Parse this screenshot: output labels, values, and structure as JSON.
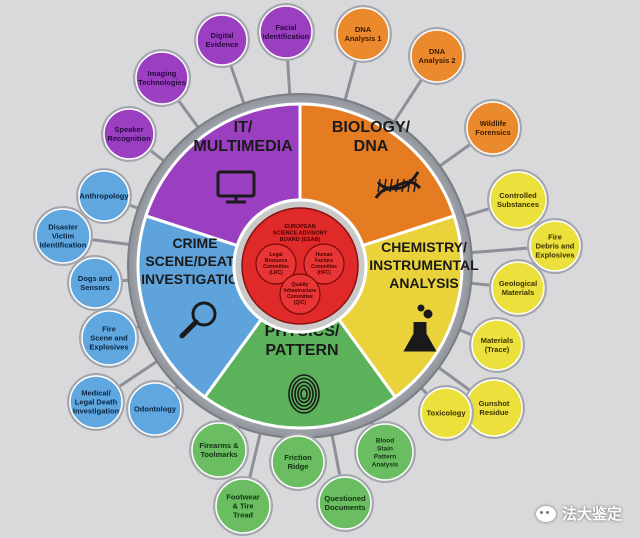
{
  "center": {
    "title": [
      "EUROPEAN",
      "SCIENCE ADVISORY",
      "BOARD (ESAB)"
    ],
    "subcommittees": [
      {
        "lines": [
          "Legal",
          "Resource",
          "Committee",
          "(LRC)"
        ]
      },
      {
        "lines": [
          "Human",
          "Factors",
          "Committee",
          "(HFC)"
        ]
      },
      {
        "lines": [
          "Quality",
          "Infrastructure",
          "Committee",
          "(QIC)"
        ]
      }
    ]
  },
  "segments": [
    {
      "label": [
        "IT/",
        "MULTIMEDIA"
      ],
      "color": "#9a3fc0",
      "icon": "monitor-icon"
    },
    {
      "label": [
        "BIOLOGY/",
        "DNA"
      ],
      "color": "#e57c22",
      "icon": "dna-icon"
    },
    {
      "label": [
        "CHEMISTRY/",
        "INSTRUMENTAL",
        "ANALYSIS"
      ],
      "color": "#ead33a",
      "icon": "flask-icon"
    },
    {
      "label": [
        "PHYSICS/",
        "PATTERN"
      ],
      "color": "#5cb25a",
      "icon": "fingerprint-icon"
    },
    {
      "label": [
        "CRIME",
        "SCENE/DEATH",
        "INVESTIGATION"
      ],
      "color": "#5fa3dc",
      "icon": "magnifier-icon"
    }
  ],
  "bubbles": [
    {
      "lines": [
        "Facial",
        "Identification"
      ],
      "group": 0
    },
    {
      "lines": [
        "DNA",
        "Analysis 1"
      ],
      "group": 1
    },
    {
      "lines": [
        "DNA",
        "Analysis 2"
      ],
      "group": 1
    },
    {
      "lines": [
        "Wildlife",
        "Forensics"
      ],
      "group": 1
    },
    {
      "lines": [
        "Controlled",
        "Substances"
      ],
      "group": 2
    },
    {
      "lines": [
        "Fire",
        "Debris and",
        "Explosives"
      ],
      "group": 2
    },
    {
      "lines": [
        "Geological",
        "Materials"
      ],
      "group": 2
    },
    {
      "lines": [
        "Materials",
        "(Trace)"
      ],
      "group": 2
    },
    {
      "lines": [
        "Gunshot",
        "Residue"
      ],
      "group": 2
    },
    {
      "lines": [
        "Toxicology"
      ],
      "group": 2
    },
    {
      "lines": [
        "Blood",
        "Stain",
        "Pattern",
        "Analysis"
      ],
      "group": 3
    },
    {
      "lines": [
        "Questioned",
        "Documents"
      ],
      "group": 3
    },
    {
      "lines": [
        "Friction",
        "Ridge"
      ],
      "group": 3
    },
    {
      "lines": [
        "Footwear",
        "& Tire",
        "Tread"
      ],
      "group": 3
    },
    {
      "lines": [
        "Firearms &",
        "Toolmarks"
      ],
      "group": 3
    },
    {
      "lines": [
        "Odontology"
      ],
      "group": 4
    },
    {
      "lines": [
        "Medical/",
        "Legal Death",
        "Investigation"
      ],
      "group": 4
    },
    {
      "lines": [
        "Fire",
        "Scene and",
        "Explosives"
      ],
      "group": 4
    },
    {
      "lines": [
        "Dogs and",
        "Sensors"
      ],
      "group": 4
    },
    {
      "lines": [
        "Disaster",
        "Victim",
        "Identification"
      ],
      "group": 4
    },
    {
      "lines": [
        "Anthropology"
      ],
      "group": 4
    },
    {
      "lines": [
        "Speaker",
        "Recognition"
      ],
      "group": 0
    },
    {
      "lines": [
        "Imaging",
        "Technologies"
      ],
      "group": 0
    },
    {
      "lines": [
        "Digital",
        "Evidence"
      ],
      "group": 0
    }
  ],
  "group_colors": {
    "fill": [
      "#9a3fc0",
      "#e57c22",
      "#ead33a",
      "#5cb25a",
      "#5fa3dc"
    ],
    "bubble": [
      "#9a3fc0",
      "#ea8a2c",
      "#ece03c",
      "#6bbd61",
      "#60a7e0"
    ],
    "text": [
      "#2b0a40",
      "#3a1b00",
      "#3a3200",
      "#123312",
      "#0a2540"
    ]
  },
  "watermark": {
    "text": "法大鉴定",
    "icon": "wechat-icon"
  }
}
